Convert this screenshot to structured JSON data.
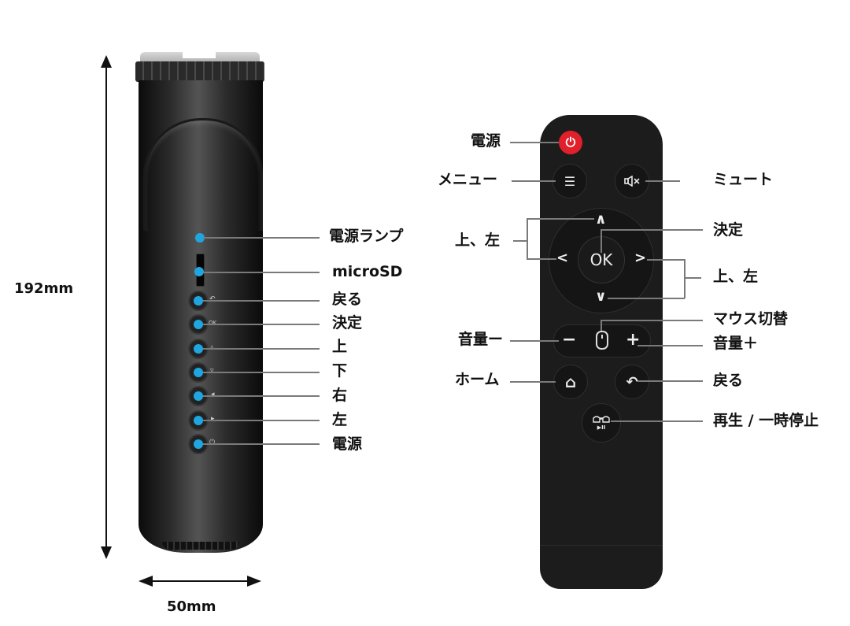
{
  "dimensions": {
    "height_label": "192mm",
    "width_label": "50mm"
  },
  "projector": {
    "callouts": [
      {
        "id": "power-lamp",
        "label": "電源ランプ"
      },
      {
        "id": "microsd",
        "label": "microSD"
      },
      {
        "id": "back",
        "label": "戻る"
      },
      {
        "id": "ok",
        "label": "決定"
      },
      {
        "id": "up",
        "label": "上"
      },
      {
        "id": "down",
        "label": "下"
      },
      {
        "id": "right",
        "label": "右"
      },
      {
        "id": "left",
        "label": "左"
      },
      {
        "id": "power",
        "label": "電源"
      }
    ],
    "accent_color": "#1fa6e0"
  },
  "remote": {
    "buttons": {
      "power_glyph": "⏻",
      "menu_glyph": "☰",
      "mute_glyph": "🔇",
      "ok_label": "OK",
      "up_glyph": "∧",
      "down_glyph": "∨",
      "left_glyph": "<",
      "right_glyph": ">",
      "vol_minus_glyph": "−",
      "vol_plus_glyph": "+",
      "home_glyph": "⌂",
      "back_glyph": "↶",
      "play_glyph": "▶II"
    },
    "callouts_left": {
      "power": "電源",
      "menu": "メニュー",
      "up_left": "上、左",
      "vol_down": "音量ー",
      "home": "ホーム"
    },
    "callouts_right": {
      "mute": "ミュート",
      "ok": "決定",
      "right_down": "上、左",
      "mouse_toggle": "マウス切替",
      "vol_up": "音量＋",
      "back": "戻る",
      "play_pause": "再生 / 一時停止"
    },
    "power_color": "#e0202a"
  }
}
